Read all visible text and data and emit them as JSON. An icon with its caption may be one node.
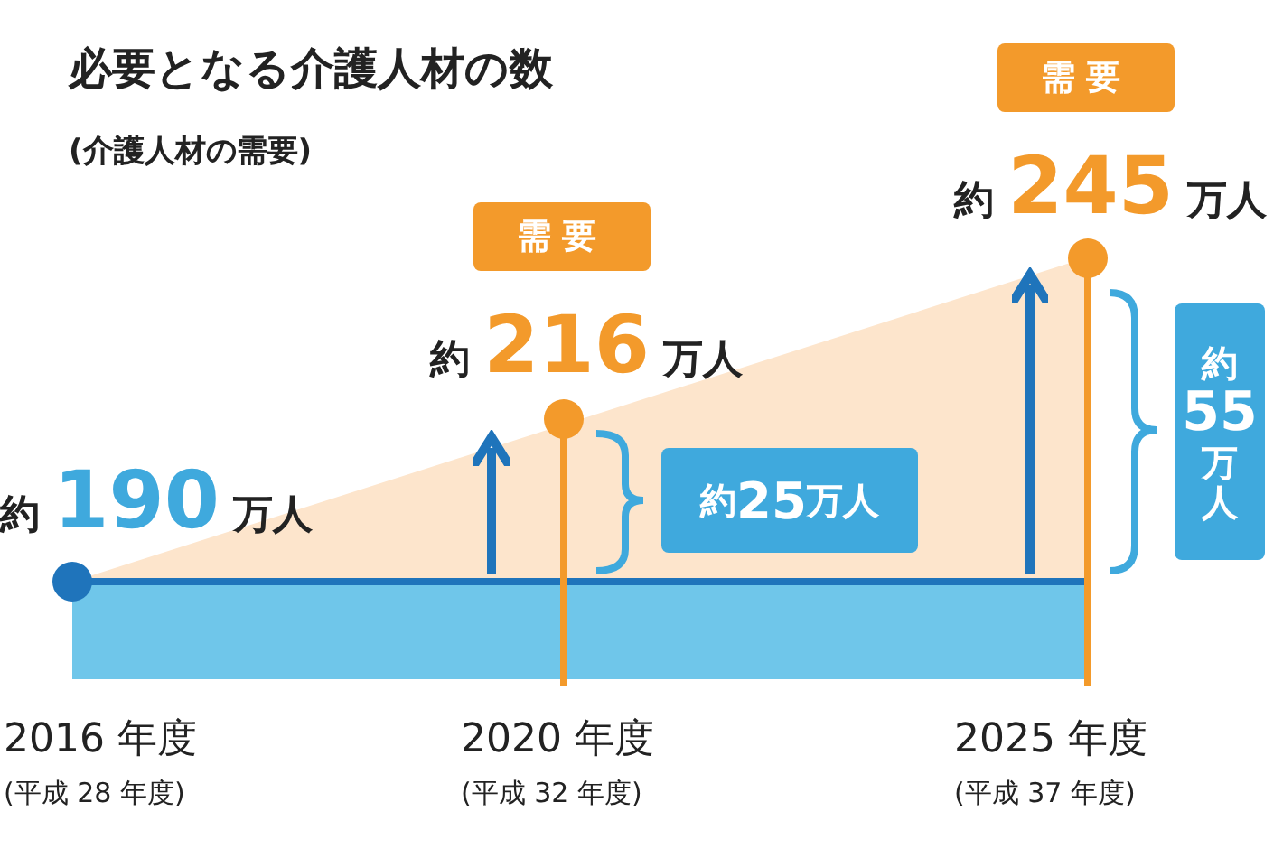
{
  "diagram": {
    "title": "必要となる介護人材の数",
    "nodes": [
      {
        "text": [
          "需要"
        ]
      },
      {
        "text": [
          "需要"
        ]
      },
      {
        "text": [
          "約25万人"
        ]
      },
      {
        "text": [
          "約55万人"
        ]
      }
    ],
    "labels": [
      "(介護人材の需要)",
      "約 190 万人",
      "約 216 万人",
      "約 245 万人",
      "2016 年度",
      "(平成 28 年度)",
      "2020 年度",
      "(平成 32 年度)",
      "2025 年度",
      "(平成 37 年度)"
    ]
  }
}
